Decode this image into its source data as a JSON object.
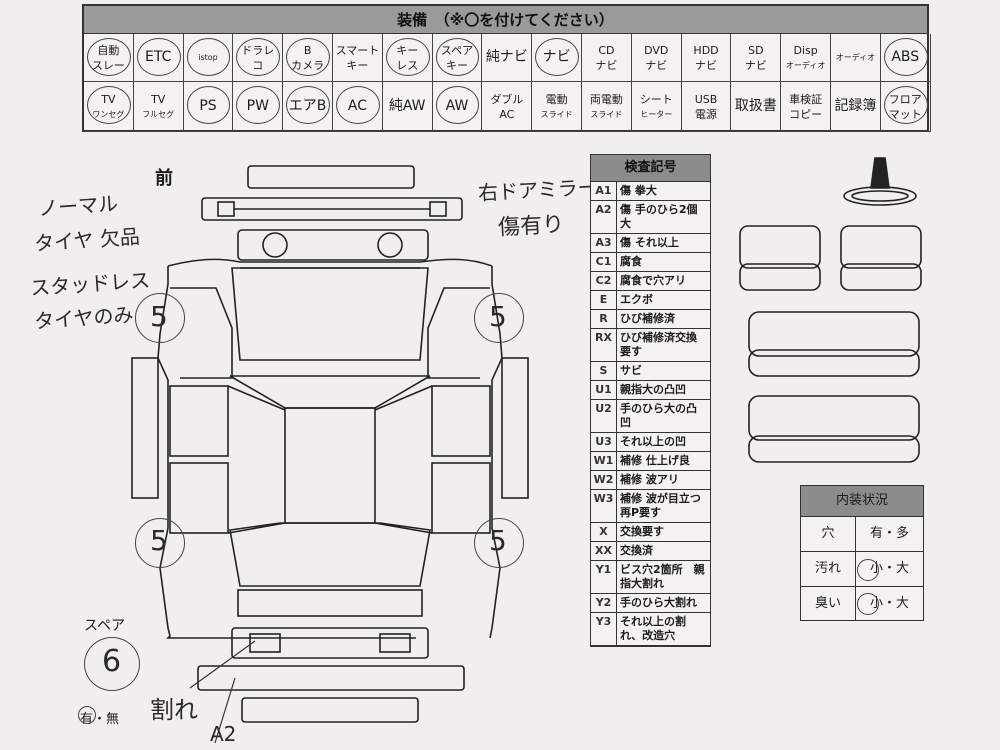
{
  "equipment": {
    "title": "装備　（※〇を付けてください）",
    "row1": [
      {
        "l1": "自動",
        "l2": "スレー",
        "circled": true
      },
      {
        "l1": "ETC",
        "l2": "",
        "circled": true
      },
      {
        "l1": "istop",
        "l2": "",
        "circled": true
      },
      {
        "l1": "ドラレ",
        "l2": "コ",
        "circled": true
      },
      {
        "l1": "B",
        "l2": "カメラ",
        "circled": true
      },
      {
        "l1": "スマート",
        "l2": "キー",
        "circled": false
      },
      {
        "l1": "キー",
        "l2": "レス",
        "circled": true
      },
      {
        "l1": "スペア",
        "l2": "キー",
        "circled": true
      },
      {
        "l1": "純ナビ",
        "l2": "",
        "circled": false
      },
      {
        "l1": "ナビ",
        "l2": "",
        "circled": true
      },
      {
        "l1": "CD",
        "l2": "ナビ",
        "circled": false
      },
      {
        "l1": "DVD",
        "l2": "ナビ",
        "circled": false
      },
      {
        "l1": "HDD",
        "l2": "ナビ",
        "circled": false
      },
      {
        "l1": "SD",
        "l2": "ナビ",
        "circled": false
      },
      {
        "l1": "Disp",
        "l2": "オーディオ",
        "circled": false
      },
      {
        "l1": "オーディオ",
        "l2": "",
        "circled": false
      },
      {
        "l1": "ABS",
        "l2": "",
        "circled": true
      }
    ],
    "row2": [
      {
        "l1": "TV",
        "l2": "ワンセグ",
        "circled": true
      },
      {
        "l1": "TV",
        "l2": "フルセグ",
        "circled": false
      },
      {
        "l1": "PS",
        "l2": "",
        "circled": true
      },
      {
        "l1": "PW",
        "l2": "",
        "circled": true
      },
      {
        "l1": "エアB",
        "l2": "",
        "circled": true
      },
      {
        "l1": "AC",
        "l2": "",
        "circled": true
      },
      {
        "l1": "純AW",
        "l2": "",
        "circled": false
      },
      {
        "l1": "AW",
        "l2": "",
        "circled": true
      },
      {
        "l1": "ダブル",
        "l2": "AC",
        "circled": false
      },
      {
        "l1": "電動",
        "l2": "スライド",
        "circled": false
      },
      {
        "l1": "両電動",
        "l2": "スライド",
        "circled": false
      },
      {
        "l1": "シート",
        "l2": "ヒーター",
        "circled": false
      },
      {
        "l1": "USB",
        "l2": "電源",
        "circled": false
      },
      {
        "l1": "取扱書",
        "l2": "",
        "circled": false
      },
      {
        "l1": "車検証",
        "l2": "コピー",
        "circled": false
      },
      {
        "l1": "記録簿",
        "l2": "",
        "circled": false
      },
      {
        "l1": "フロア",
        "l2": "マット",
        "circled": true
      }
    ]
  },
  "diagram": {
    "front_label": "前",
    "tire_fl": "5",
    "tire_fr": "5",
    "tire_rl": "5",
    "tire_rr": "5",
    "spare_label": "スペア",
    "spare_value": "6",
    "spare_yesno": "有・無"
  },
  "handwritten": {
    "left_l1": "ノーマル",
    "left_l2": "タイヤ 欠品",
    "left_l3": "スタッドレス",
    "left_l4": "タイヤのみ",
    "mirror_l1": "右ドアミラー",
    "mirror_l2": "傷有り",
    "crack": "割れ",
    "crack_code": "A2"
  },
  "inspection": {
    "title": "検査記号",
    "codes": [
      {
        "code": "A1",
        "desc": "傷 拳大"
      },
      {
        "code": "A2",
        "desc": "傷 手のひら2個大"
      },
      {
        "code": "A3",
        "desc": "傷 それ以上"
      },
      {
        "code": "C1",
        "desc": "腐食"
      },
      {
        "code": "C2",
        "desc": "腐食で穴アリ"
      },
      {
        "code": "E",
        "desc": "エクボ"
      },
      {
        "code": "R",
        "desc": "ひび補修済"
      },
      {
        "code": "RX",
        "desc": "ひび補修済交換要す"
      },
      {
        "code": "S",
        "desc": "サビ"
      },
      {
        "code": "U1",
        "desc": "親指大の凸凹"
      },
      {
        "code": "U2",
        "desc": "手のひら大の凸凹"
      },
      {
        "code": "U3",
        "desc": "それ以上の凹"
      },
      {
        "code": "W1",
        "desc": "補修 仕上げ良"
      },
      {
        "code": "W2",
        "desc": "補修 波アリ"
      },
      {
        "code": "W3",
        "desc": "補修 波が目立つ　再P要す"
      },
      {
        "code": "X",
        "desc": "交換要す"
      },
      {
        "code": "XX",
        "desc": "交換済"
      },
      {
        "code": "Y1",
        "desc": "ビス穴2箇所　親指大割れ"
      },
      {
        "code": "Y2",
        "desc": "手のひら大割れ"
      },
      {
        "code": "Y3",
        "desc": "それ以上の割れ、改造穴"
      }
    ]
  },
  "interior": {
    "title": "内装状況",
    "rows": [
      {
        "label": "穴",
        "value": "有・多"
      },
      {
        "label": "汚れ",
        "value": "小・大"
      },
      {
        "label": "臭い",
        "value": "小・大"
      }
    ]
  },
  "colors": {
    "header_gray": "#9a9a9a",
    "line": "#333333",
    "paper": "#f1efee"
  }
}
